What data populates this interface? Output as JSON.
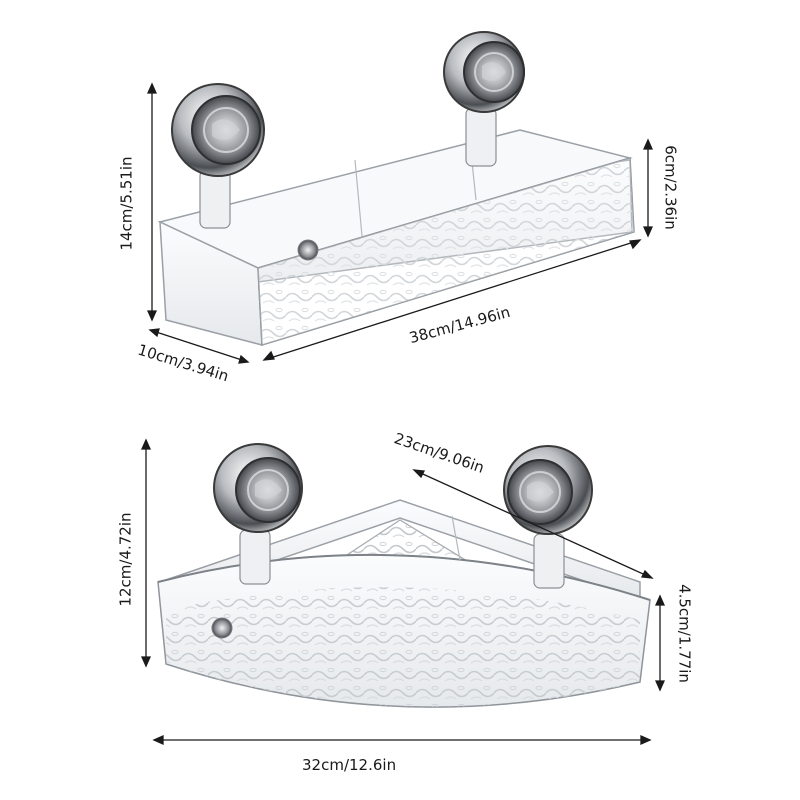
{
  "colors": {
    "line": "#1a1a1a",
    "chrome_dark": "#3a3a3a",
    "chrome_light": "#e8e8e8",
    "acrylic_edge": "#9aa0a6",
    "acrylic_fill": "#f4f6f8"
  },
  "rect_shelf": {
    "height_label": "14cm/5.51in",
    "depth_label": "10cm/3.94in",
    "length_label": "38cm/14.96in",
    "wall_label": "6cm/2.36in"
  },
  "corner_shelf": {
    "height_label": "12cm/4.72in",
    "side_label": "23cm/9.06in",
    "wall_label": "4.5cm/1.77in",
    "width_label": "32cm/12.6in"
  },
  "icons": [
    "suction-cup-icon"
  ]
}
